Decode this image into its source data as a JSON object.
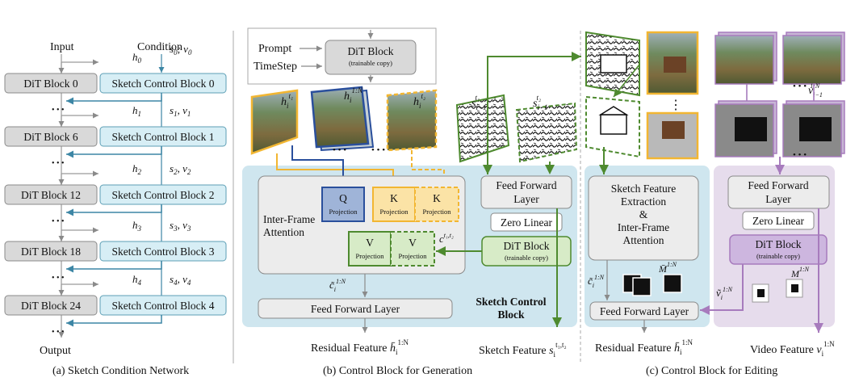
{
  "panel_a": {
    "input_label": "Input",
    "condition_label": "Condition",
    "output_label": "Output",
    "caption": "(a) Sketch Condition Network",
    "dit_blocks": [
      "DiT Block 0",
      "DiT Block 6",
      "DiT Block 12",
      "DiT Block 18",
      "DiT Block 24"
    ],
    "control_blocks": [
      "Sketch Control Block 0",
      "Sketch Control Block 1",
      "Sketch Control Block 2",
      "Sketch Control Block 3",
      "Sketch Control Block 4"
    ],
    "h_labels": [
      "h",
      "h",
      "h",
      "h",
      "h"
    ],
    "h_subs": [
      "0",
      "1",
      "2",
      "3",
      "4"
    ],
    "sv_labels": [
      "s",
      "s",
      "s",
      "s",
      "s"
    ],
    "sv_subs": [
      "0",
      "1",
      "2",
      "3",
      "4"
    ],
    "v_labels": [
      "v",
      "v",
      "v",
      "v",
      "v"
    ],
    "dots": "• • •"
  },
  "panel_b": {
    "legend": {
      "prompt": "Prompt",
      "timestep": "TimeStep",
      "dit_block": "DiT Block",
      "trainable": "(trainable copy)"
    },
    "h_labels": {
      "h1": "h",
      "h1_sub": "i",
      "h1_sup": "t₁",
      "hn": "h",
      "hn_sub": "i",
      "hn_sup": "1:N",
      "h2": "h",
      "h2_sub": "i",
      "h2_sup": "t₂"
    },
    "s_labels": {
      "s1": "s",
      "s1_sub": "i−1",
      "s1_sup": "t₁",
      "s2": "s",
      "s2_sub": "i−1",
      "s2_sup": "t₂"
    },
    "q_proj": "Q",
    "k_proj": "K",
    "v_proj": "V",
    "projection": "Projection",
    "inter_frame_1": "Inter-Frame",
    "inter_frame_2": "Attention",
    "feed_forward_1": "Feed Forward",
    "feed_forward_2": "Layer",
    "zero_linear": "Zero Linear",
    "dit_block": "DiT Block",
    "trainable": "(trainable copy)",
    "c_label": "c",
    "c_sup": "t₁,t₂",
    "ctilde_label": "c̃",
    "ctilde_sub": "i",
    "ctilde_sup": "1:N",
    "ffl": "Feed Forward Layer",
    "scb_1": "Sketch Control",
    "scb_2": "Block",
    "residual": "Residual Feature",
    "residual_sym": "h̄",
    "residual_sub": "i",
    "residual_sup": "1:N",
    "sketch_feature": "Sketch Feature",
    "sketch_sym": "s",
    "sketch_sub": "i",
    "sketch_sup": "t₁,t₂",
    "ellipsis": "• • •",
    "caption": "(b) Control Block for Generation"
  },
  "panel_c": {
    "sfe_1": "Sketch Feature",
    "sfe_2": "Extraction",
    "sfe_3": "&",
    "sfe_4": "Inter-Frame",
    "sfe_5": "Attention",
    "feed_forward_1": "Feed Forward",
    "feed_forward_2": "Layer",
    "zero_linear": "Zero Linear",
    "dit_block": "DiT Block",
    "trainable": "(trainable copy)",
    "ffl": "Feed Forward Layer",
    "ctilde_label": "c̃",
    "ctilde_sub": "i",
    "ctilde_sup": "1:N",
    "mbar_label": "M̄",
    "mbar_sup": "1:N",
    "m_label": "M",
    "m_sup": "1:N",
    "vtilde_label": "ṽ",
    "vtilde_sub": "i",
    "vtilde_sup": "1:N",
    "v_label": "v",
    "v_sub": "i−1",
    "v_sup": "1:N",
    "residual": "Residual Feature",
    "residual_sym": "h̄",
    "residual_sub": "i",
    "residual_sup": "1:N",
    "video_feature": "Video Feature",
    "video_sym": "v",
    "video_sub": "i",
    "video_sup": "1:N",
    "ellipsis": "• • •",
    "vdots": "⋮",
    "caption": "(c) Control Block for Editing"
  },
  "colors": {
    "gray_block": "#d9d9d9",
    "cyan_block": "#d7eef5",
    "cyan_stroke": "#5d9fb5",
    "light_blue_region": "#cfe6ef",
    "purple_region": "#e6dcec",
    "purple": "#a77bbd",
    "green": "#4e8a2f",
    "yellow": "#f2b632",
    "blue": "#2a4f9c",
    "q_fill": "#9fb4d8"
  }
}
